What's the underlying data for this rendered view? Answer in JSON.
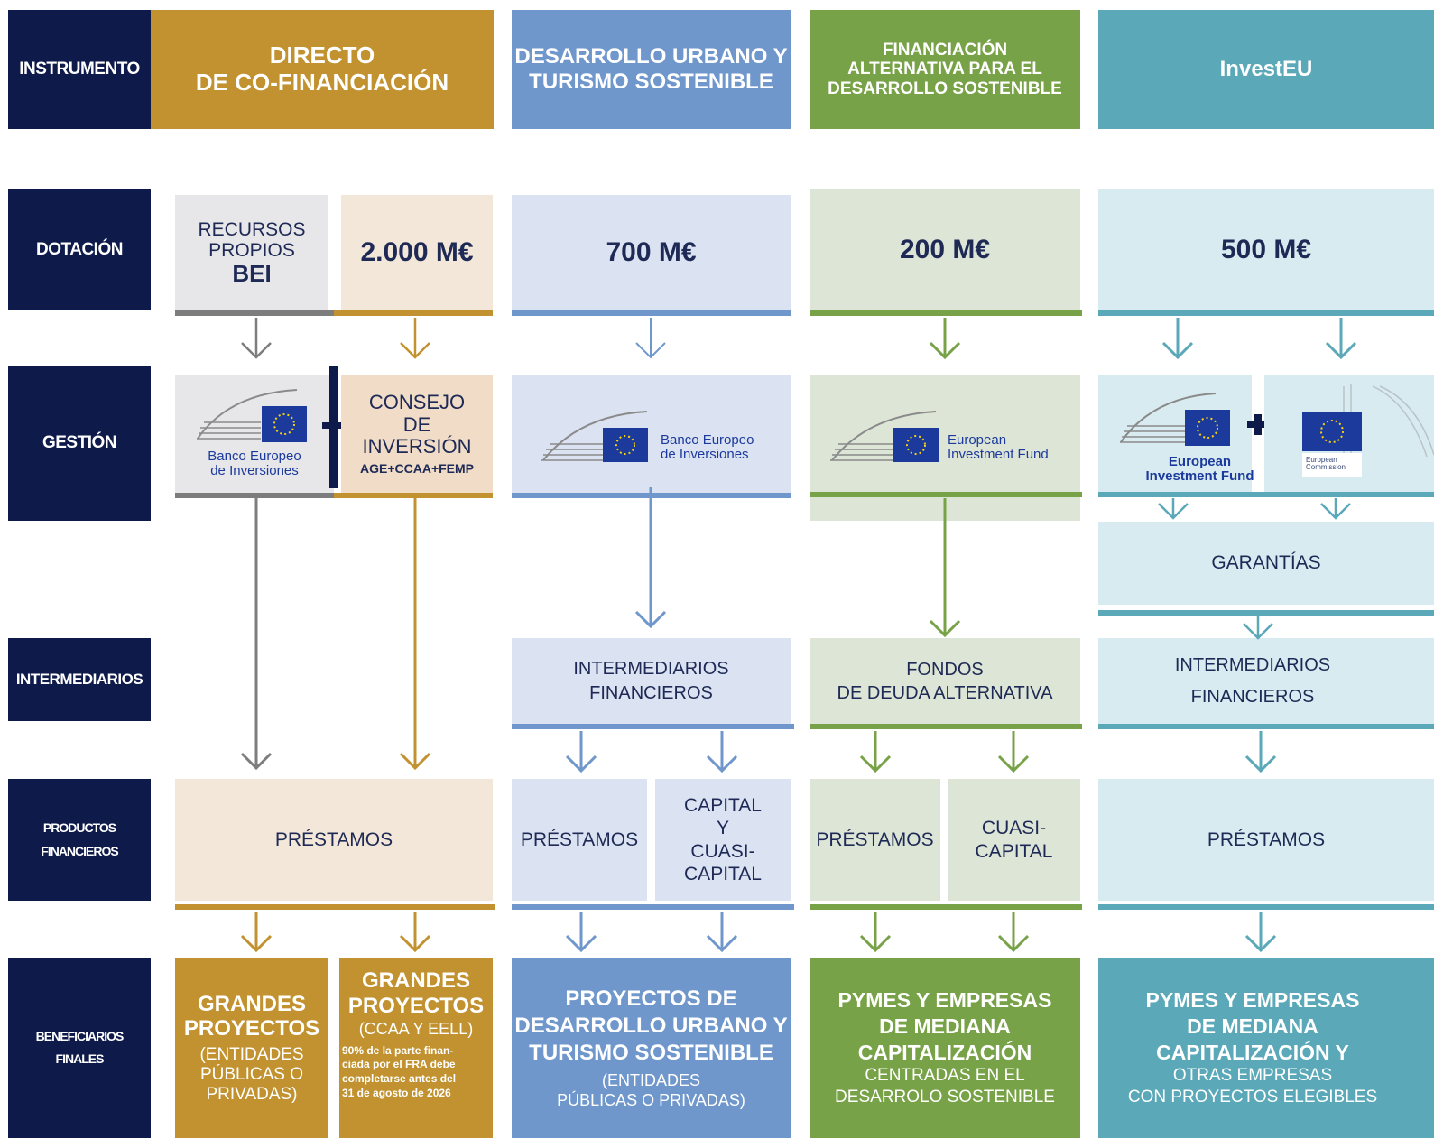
{
  "colors": {
    "navy": "#0e1a4a",
    "gold": "#c1922f",
    "blue": "#6f97cc",
    "green": "#78a247",
    "teal": "#5aa8b8",
    "grey": "#7d7d7d"
  },
  "row_labels": {
    "instrumento": "INSTRUMENTO",
    "dotacion": "DOTACIÓN",
    "gestion": "GESTIÓN",
    "intermediarios": "INTERMEDIARIOS",
    "productos_1": "PRODUCTOS",
    "productos_2": "FINANCIEROS",
    "beneficiarios_1": "BENEFICIARIOS",
    "beneficiarios_2": "FINALES"
  },
  "col1": {
    "header_1": "DIRECTO",
    "header_2": "DE CO-FINANCIACIÓN",
    "recursos_1": "RECURSOS",
    "recursos_2": "PROPIOS",
    "recursos_3": "BEI",
    "amount": "2.000 M€",
    "bei_logo_1": "Banco Europeo",
    "bei_logo_2": "de Inversiones",
    "consejo_1": "CONSEJO",
    "consejo_2": "DE",
    "consejo_3": "INVERSIÓN",
    "consejo_4": "AGE+CCAA+FEMP",
    "product": "PRÉSTAMOS",
    "ben_a_1": "GRANDES",
    "ben_a_2": "PROYECTOS",
    "ben_a_3": "(ENTIDADES",
    "ben_a_4": "PÚBLICAS O",
    "ben_a_5": "PRIVADAS)",
    "ben_b_1": "GRANDES",
    "ben_b_2": "PROYECTOS",
    "ben_b_3": "(CCAA Y EELL)",
    "ben_b_4": "90% de la parte finan-",
    "ben_b_5": "ciada por el FRA debe",
    "ben_b_6": "completarse antes del",
    "ben_b_7": "31 de agosto de 2026"
  },
  "col2": {
    "header_1": "DESARROLLO URBANO Y",
    "header_2": "TURISMO SOSTENIBLE",
    "amount": "700 M€",
    "logo_1": "Banco Europeo",
    "logo_2": "de Inversiones",
    "inter_1": "INTERMEDIARIOS",
    "inter_2": "FINANCIEROS",
    "product_a": "PRÉSTAMOS",
    "product_b_1": "CAPITAL",
    "product_b_2": "Y",
    "product_b_3": "CUASI-",
    "product_b_4": "CAPITAL",
    "ben_1": "PROYECTOS DE",
    "ben_2": "DESARROLLO URBANO Y",
    "ben_3": "TURISMO SOSTENIBLE",
    "ben_4": "(ENTIDADES",
    "ben_5": "PÚBLICAS O PRIVADAS)"
  },
  "col3": {
    "header_1": "FINANCIACIÓN",
    "header_2": "ALTERNATIVA PARA EL",
    "header_3": "DESARROLLO SOSTENIBLE",
    "amount": "200 M€",
    "logo_1": "European",
    "logo_2": "Investment Fund",
    "inter_1": "FONDOS",
    "inter_2": "DE  DEUDA  ALTERNATIVA",
    "product_a": "PRÉSTAMOS",
    "product_b_1": "CUASI-",
    "product_b_2": "CAPITAL",
    "ben_1": "PYMES Y EMPRESAS",
    "ben_2": "DE MEDIANA",
    "ben_3": "CAPITALIZACIÓN",
    "ben_4": "CENTRADAS EN EL",
    "ben_5": "DESARROLO SOSTENIBLE"
  },
  "col4": {
    "header": "InvestEU",
    "amount": "500 M€",
    "logo_1": "European",
    "logo_2": "Investment Fund",
    "ec_logo_1": "European",
    "ec_logo_2": "Commission",
    "garantias": "GARANTÍAS",
    "inter_1": "INTERMEDIARIOS",
    "inter_2": "FINANCIEROS",
    "product": "PRÉSTAMOS",
    "ben_1": "PYMES Y EMPRESAS",
    "ben_2": "DE MEDIANA",
    "ben_3": "CAPITALIZACIÓN Y",
    "ben_4": "OTRAS EMPRESAS",
    "ben_5": "CON PROYECTOS ELEGIBLES"
  },
  "connector": "+"
}
